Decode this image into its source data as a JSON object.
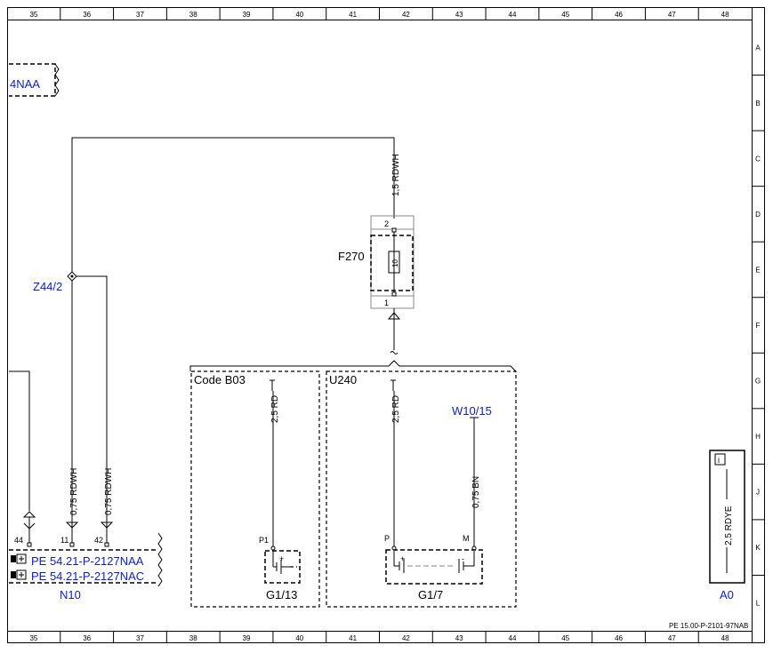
{
  "grid": {
    "columns": [
      "35",
      "36",
      "37",
      "38",
      "39",
      "40",
      "41",
      "42",
      "43",
      "44",
      "45",
      "46",
      "47",
      "48"
    ],
    "rows": [
      "A",
      "B",
      "C",
      "D",
      "E",
      "F",
      "G",
      "H",
      "J",
      "K",
      "L"
    ]
  },
  "components": {
    "n4naa": "4NAA",
    "z44": "Z44/2",
    "f270": "F270",
    "f270_rating": "10",
    "f270_pin_top": "2",
    "f270_pin_bottom": "1",
    "code_b03": "Code B03",
    "u240": "U240",
    "w10": "W10/15",
    "g113": "G1/13",
    "g17": "G1/7",
    "n10": "N10",
    "a0": "A0",
    "ref_naa": "PE 54.21-P-2127NAA",
    "ref_nac": "PE 54.21-P-2127NAC",
    "page_ref": "PE 15.00-P-2101-97NAB"
  },
  "wires": {
    "w_top": "1,5 RDWH",
    "w_n10_a": "0,75 RDWH",
    "w_n10_b": "0,75 RDWH",
    "w_g113": "2,5 RD",
    "w_g17": "2,5 RD",
    "w_bn": "0,75 BN",
    "w_a0": "2,5 RDYE"
  },
  "pins": {
    "p1": "P1",
    "p": "P",
    "m": "M",
    "n44": "44",
    "n11": "11",
    "n42": "42",
    "plus1": "+",
    "plus2": "+",
    "minus": "-"
  }
}
